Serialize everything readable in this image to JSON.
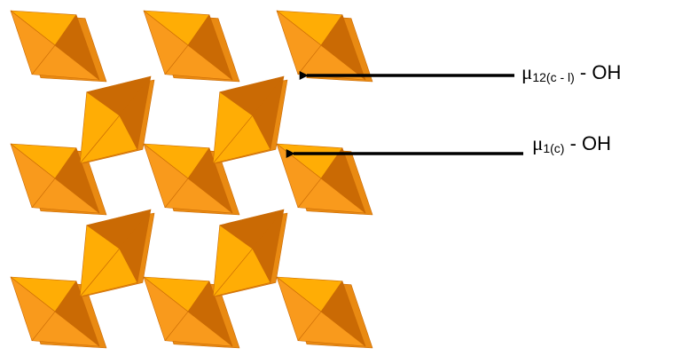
{
  "labels": {
    "top": {
      "symbol": "μ",
      "subscript": "12(c - l)",
      "suffix": " - OH"
    },
    "middle": {
      "symbol": "μ",
      "subscript": "1(c)",
      "suffix": " - OH"
    }
  },
  "colors": {
    "light": "#ffad05",
    "mid": "#f99a1c",
    "dark": "#ca6a04",
    "back": "#e98a12",
    "arrow": "#000000"
  }
}
